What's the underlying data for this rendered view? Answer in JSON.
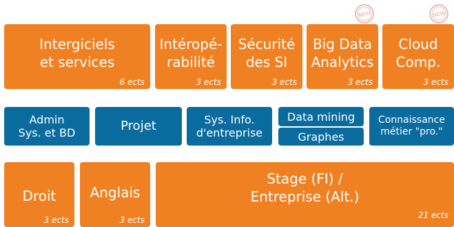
{
  "colors": {
    "orange": "#f08122",
    "blue": "#0a6b9f",
    "stamp": "#e3a8a3"
  },
  "row1": [
    {
      "lines": [
        "Intergiciels",
        "et services"
      ],
      "ects": "6 ects"
    },
    {
      "lines": [
        "Intéropé-",
        "rabilité"
      ],
      "ects": "3 ects"
    },
    {
      "lines": [
        "Sécurité",
        "des SI"
      ],
      "ects": "3 ects"
    },
    {
      "lines": [
        "Big Data",
        "Analytics"
      ],
      "ects": "3 ects",
      "badge": "NEW"
    },
    {
      "lines": [
        "Cloud",
        "Comp."
      ],
      "ects": "3 ects",
      "badge": "NEW"
    }
  ],
  "row2": [
    {
      "lines": [
        "Admin",
        "Sys. et BD"
      ]
    },
    {
      "lines": [
        "Projet"
      ]
    },
    {
      "lines": [
        "Sys. Info.",
        "d'entreprise"
      ]
    },
    {
      "lines": [
        "Data mining"
      ]
    },
    {
      "lines": [
        "Graphes"
      ]
    },
    {
      "lines": [
        "Connaissance",
        "métier \"pro.\""
      ]
    }
  ],
  "row3": [
    {
      "lines": [
        "Droit"
      ],
      "ects": "3 ects"
    },
    {
      "lines": [
        "Anglais"
      ],
      "ects": "3 ects"
    },
    {
      "lines": [
        "Stage (FI) /",
        "Entreprise (Alt.)"
      ],
      "ects": "21 ects"
    }
  ]
}
